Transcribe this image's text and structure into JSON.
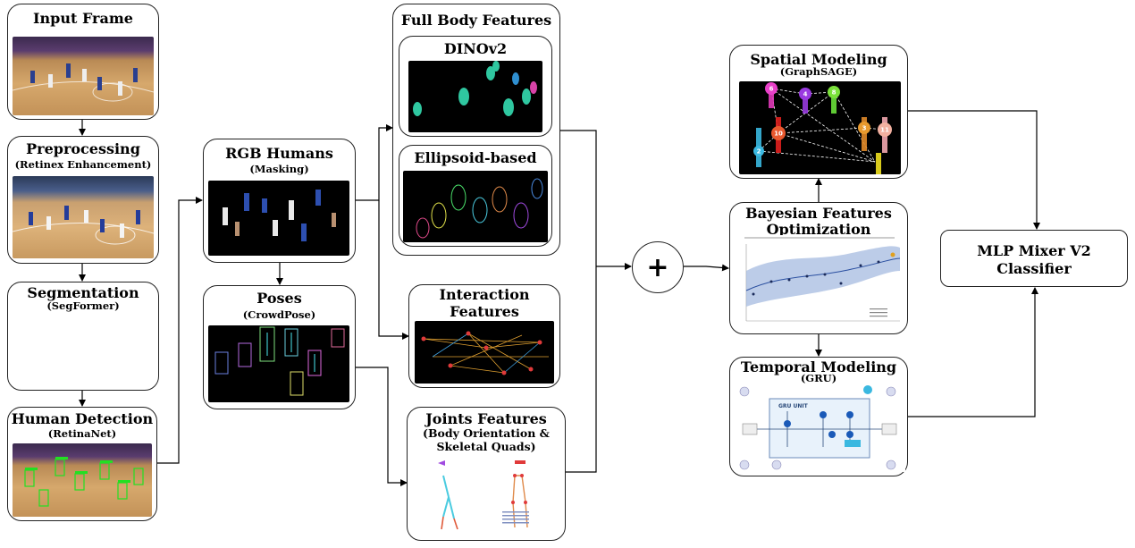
{
  "pipeline": {
    "input_frame": {
      "title": "Input Frame"
    },
    "preprocessing": {
      "title": "Preprocessing",
      "subtitle": "(Retinex Enhancement)"
    },
    "segmentation": {
      "title": "Segmentation",
      "subtitle": "(SegFormer)"
    },
    "human_detection": {
      "title": "Human Detection",
      "subtitle": "(RetinaNet)"
    },
    "rgb_humans": {
      "title": "RGB Humans",
      "subtitle": "(Masking)"
    },
    "poses": {
      "title": "Poses",
      "subtitle": "(CrowdPose)"
    },
    "full_body": {
      "title": "Full Body Features",
      "dinov2": "DINOv2",
      "ellipsoid": "Ellipsoid-based"
    },
    "interaction": {
      "title_line1": "Interaction",
      "title_line2": "Features"
    },
    "joints": {
      "title": "Joints Features",
      "subtitle_line1": "(Body Orientation &",
      "subtitle_line2": "Skeletal Quads)"
    },
    "fusion": {
      "symbol": "+"
    },
    "spatial": {
      "title": "Spatial Modeling",
      "subtitle": "(GraphSAGE)",
      "node_ids": [
        "6",
        "4",
        "8",
        "10",
        "3",
        "11",
        "2"
      ]
    },
    "bayesian": {
      "title_line1": "Bayesian Features",
      "title_line2": "Optimization"
    },
    "temporal": {
      "title": "Temporal Modeling",
      "subtitle": "(GRU)",
      "gru_label": "GRU UNIT"
    },
    "classifier": {
      "title_line1": "MLP Mixer V2",
      "title_line2": "Classifier"
    }
  },
  "colors": {
    "border": "#222222",
    "arrow": "#000000",
    "graph_bg": "#000000"
  }
}
